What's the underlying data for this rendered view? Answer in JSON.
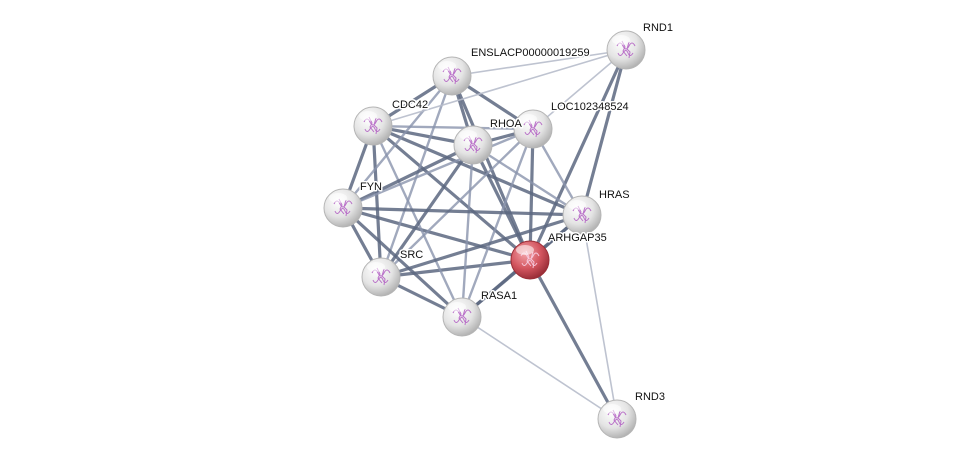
{
  "nodes": [
    {
      "id": "RND1",
      "label": "RND1",
      "highlight": false
    },
    {
      "id": "ENSLACP00000019259",
      "label": "ENSLACP00000019259",
      "highlight": false
    },
    {
      "id": "CDC42",
      "label": "CDC42",
      "highlight": false
    },
    {
      "id": "LOC102348524",
      "label": "LOC102348524",
      "highlight": false
    },
    {
      "id": "RHOA",
      "label": "RHOA",
      "highlight": false
    },
    {
      "id": "FYN",
      "label": "FYN",
      "highlight": false
    },
    {
      "id": "HRAS",
      "label": "HRAS",
      "highlight": false
    },
    {
      "id": "ARHGAP35",
      "label": "ARHGAP35",
      "highlight": true
    },
    {
      "id": "SRC",
      "label": "SRC",
      "highlight": false
    },
    {
      "id": "RASA1",
      "label": "RASA1",
      "highlight": false
    },
    {
      "id": "RND3",
      "label": "RND3",
      "highlight": false
    }
  ],
  "edges": [
    {
      "source": "ARHGAP35",
      "target": "RASA1",
      "strength": "strong"
    },
    {
      "source": "ARHGAP35",
      "target": "RHOA",
      "strength": "strong"
    },
    {
      "source": "ARHGAP35",
      "target": "CDC42",
      "strength": "strong"
    },
    {
      "source": "ARHGAP35",
      "target": "SRC",
      "strength": "strong"
    },
    {
      "source": "ARHGAP35",
      "target": "FYN",
      "strength": "strong"
    },
    {
      "source": "ARHGAP35",
      "target": "ENSLACP00000019259",
      "strength": "strong"
    },
    {
      "source": "ARHGAP35",
      "target": "LOC102348524",
      "strength": "strong"
    },
    {
      "source": "ARHGAP35",
      "target": "HRAS",
      "strength": "strong"
    },
    {
      "source": "ARHGAP35",
      "target": "RND1",
      "strength": "strong"
    },
    {
      "source": "ARHGAP35",
      "target": "RND3",
      "strength": "strong"
    },
    {
      "source": "CDC42",
      "target": "RHOA",
      "strength": "strong"
    },
    {
      "source": "CDC42",
      "target": "ENSLACP00000019259",
      "strength": "strong"
    },
    {
      "source": "CDC42",
      "target": "LOC102348524",
      "strength": "medium"
    },
    {
      "source": "CDC42",
      "target": "FYN",
      "strength": "strong"
    },
    {
      "source": "CDC42",
      "target": "SRC",
      "strength": "strong"
    },
    {
      "source": "CDC42",
      "target": "RASA1",
      "strength": "medium"
    },
    {
      "source": "CDC42",
      "target": "HRAS",
      "strength": "strong"
    },
    {
      "source": "ENSLACP00000019259",
      "target": "RHOA",
      "strength": "strong"
    },
    {
      "source": "ENSLACP00000019259",
      "target": "LOC102348524",
      "strength": "strong"
    },
    {
      "source": "ENSLACP00000019259",
      "target": "FYN",
      "strength": "medium"
    },
    {
      "source": "ENSLACP00000019259",
      "target": "SRC",
      "strength": "medium"
    },
    {
      "source": "ENSLACP00000019259",
      "target": "RND1",
      "strength": "weak"
    },
    {
      "source": "RHOA",
      "target": "LOC102348524",
      "strength": "strong"
    },
    {
      "source": "RHOA",
      "target": "FYN",
      "strength": "strong"
    },
    {
      "source": "RHOA",
      "target": "SRC",
      "strength": "strong"
    },
    {
      "source": "RHOA",
      "target": "RASA1",
      "strength": "medium"
    },
    {
      "source": "RHOA",
      "target": "HRAS",
      "strength": "medium"
    },
    {
      "source": "LOC102348524",
      "target": "RND1",
      "strength": "weak"
    },
    {
      "source": "LOC102348524",
      "target": "FYN",
      "strength": "medium"
    },
    {
      "source": "LOC102348524",
      "target": "SRC",
      "strength": "medium"
    },
    {
      "source": "LOC102348524",
      "target": "RASA1",
      "strength": "medium"
    },
    {
      "source": "LOC102348524",
      "target": "HRAS",
      "strength": "medium"
    },
    {
      "source": "CDC42",
      "target": "RND1",
      "strength": "weak"
    },
    {
      "source": "FYN",
      "target": "SRC",
      "strength": "strong"
    },
    {
      "source": "FYN",
      "target": "RASA1",
      "strength": "strong"
    },
    {
      "source": "FYN",
      "target": "HRAS",
      "strength": "strong"
    },
    {
      "source": "SRC",
      "target": "RASA1",
      "strength": "strong"
    },
    {
      "source": "SRC",
      "target": "HRAS",
      "strength": "strong"
    },
    {
      "source": "RASA1",
      "target": "HRAS",
      "strength": "strong"
    },
    {
      "source": "RASA1",
      "target": "RND3",
      "strength": "weak"
    },
    {
      "source": "HRAS",
      "target": "RND1",
      "strength": "strong"
    },
    {
      "source": "HRAS",
      "target": "RND3",
      "strength": "weak"
    }
  ],
  "colors": {
    "edge_strong": "#5c6780",
    "edge_medium": "#8a93ad",
    "edge_weak": "#b7bccb",
    "node_fill": "#e6e6e6",
    "node_stroke": "#b5b5b5",
    "highlight_fill": "#cc4b55",
    "highlight_stroke": "#9b2e37",
    "glyph": "#b464c4"
  }
}
